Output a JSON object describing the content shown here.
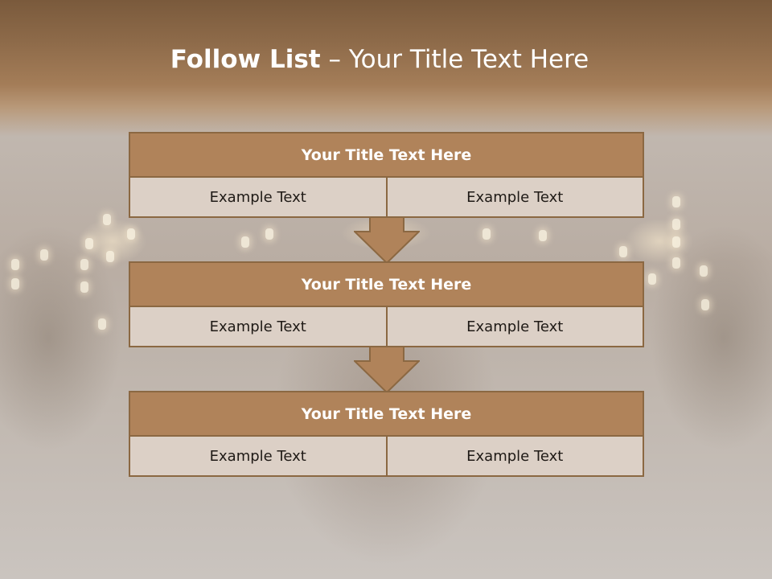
{
  "slide": {
    "title_bold": "Follow List",
    "title_rest": " – Your Title Text Here"
  },
  "blocks": [
    {
      "title": "Your Title Text Here",
      "left": "Example Text",
      "right": "Example Text"
    },
    {
      "title": "Your Title Text Here",
      "left": "Example Text",
      "right": "Example Text"
    },
    {
      "title": "Your Title Text Here",
      "left": "Example Text",
      "right": "Example Text"
    }
  ],
  "colors": {
    "header_band": "#8d6a49",
    "block_head": "#b0835a",
    "block_border": "#8b6842",
    "cell_fill": "#dcd0c6",
    "arrow_fill": "#b0835a"
  },
  "icons": [
    "down-arrow-icon"
  ]
}
